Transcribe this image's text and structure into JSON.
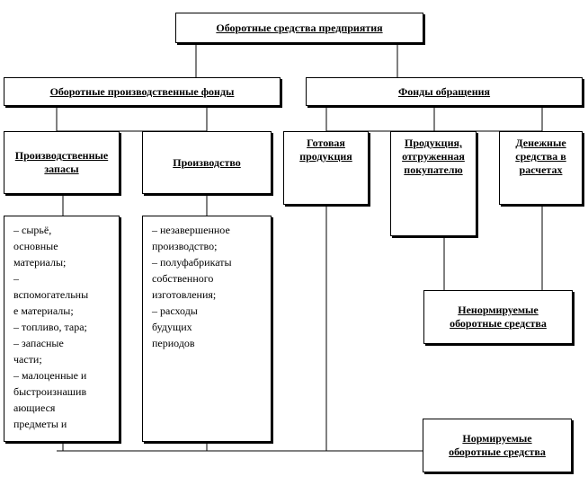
{
  "root": {
    "label": "Оборотные средства предприятия"
  },
  "production_funds": {
    "label": "Оборотные производственные фонды"
  },
  "circulation_funds": {
    "label": "Фонды обращения"
  },
  "reserves": {
    "label": "Производственные запасы",
    "items": "– сырьё,\nосновные\nматериалы;\n–\nвспомогательны\nе материалы;\n– топливо, тара;\n– запасные\nчасти;\n– малоценные и\nбыстроизнашив\nающиеся\nпредметы и"
  },
  "production": {
    "label": "Производство",
    "items": "– незавершенное\nпроизводство;\n– полуфабрикаты\nсобственного\nизготовления;\n– расходы\nбудущих\nпериодов"
  },
  "finished_goods": {
    "label": "Готовая\nпродукция"
  },
  "shipped_goods": {
    "label": "Продукция,\nотгруженная\nпокупателю"
  },
  "cash": {
    "label": "Денежные\nсредства в\nрасчетах"
  },
  "non_normalized": {
    "label": "Ненормируемые\nоборотные средства"
  },
  "normalized": {
    "label": "Нормируемые\nоборотные средства"
  }
}
